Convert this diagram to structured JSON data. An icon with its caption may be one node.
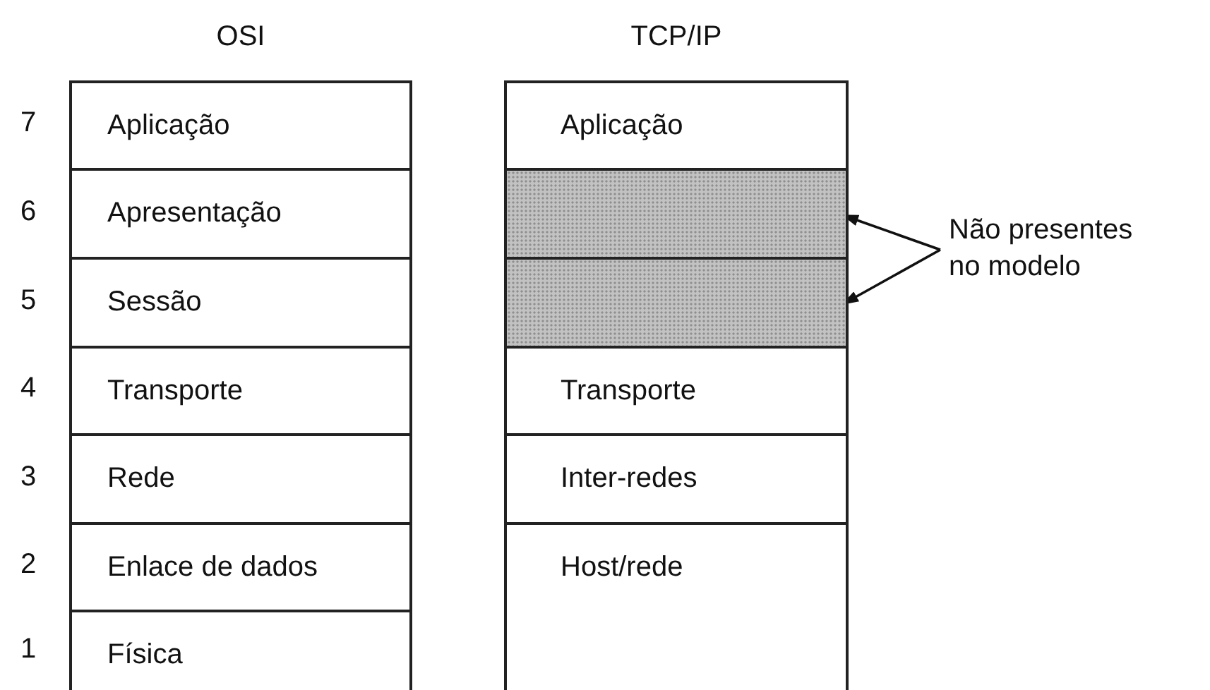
{
  "diagram": {
    "nodes": [
      {
        "text": [
          "OSI"
        ]
      },
      {
        "text": [
          "Aplicação"
        ],
        "in": 0,
        "beside": [
          "7"
        ]
      },
      {
        "text": [
          "Apresentação"
        ],
        "in": 0,
        "beside": [
          "6"
        ]
      },
      {
        "text": [
          "Sessão"
        ],
        "in": 0,
        "beside": [
          "5"
        ]
      },
      {
        "text": [
          "Transporte"
        ],
        "in": 0,
        "beside": [
          "4"
        ]
      },
      {
        "text": [
          "Rede"
        ],
        "in": 0,
        "beside": [
          "3"
        ]
      },
      {
        "text": [
          "Enlace de dados"
        ],
        "in": 0,
        "beside": [
          "2"
        ]
      },
      {
        "text": [
          "Física"
        ],
        "in": 0,
        "beside": [
          "1"
        ]
      },
      {
        "text": [
          "TCP/IP"
        ]
      },
      {
        "text": [
          "Aplicação"
        ],
        "in": 8
      },
      {
        "text": [],
        "shape": "box",
        "in": 8
      },
      {
        "text": [],
        "shape": "box",
        "in": 8
      },
      {
        "text": [
          "Transporte"
        ],
        "in": 8
      },
      {
        "text": [
          "Inter-redes"
        ],
        "in": 8
      },
      {
        "text": [
          "Host/rede"
        ],
        "in": 8
      },
      {
        "text": [
          "Não presentes no modelo"
        ]
      }
    ],
    "edges": [
      {
        "from": 15,
        "to": 10,
        "arrow": "to"
      },
      {
        "from": 15,
        "to": 11,
        "arrow": "to"
      }
    ]
  }
}
